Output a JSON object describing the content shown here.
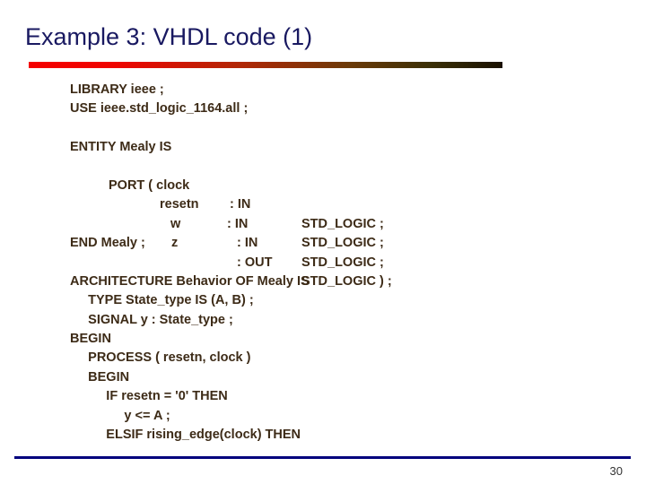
{
  "slide": {
    "title": "Example 3: VHDL code (1)",
    "title_color": "#191961",
    "accent_bar": {
      "from_color": "#f40000",
      "to_color": "#191000"
    },
    "footer_rule_color": "#00007d",
    "page_number": "30",
    "code_color": "#3d2b17",
    "background_color": "#ffffff"
  },
  "code": {
    "language": "VHDL",
    "lines": [
      "LIBRARY ieee ;",
      "USE ieee.std_logic_1164.all ;",
      "",
      "ENTITY Mealy IS",
      "",
      "",
      "",
      "",
      "END Mealy ;",
      "",
      "ARCHITECTURE Behavior OF Mealy IS",
      "     TYPE State_type IS (A, B) ;",
      "     SIGNAL y : State_type ;",
      "BEGIN",
      "     PROCESS ( resetn, clock )",
      "     BEGIN",
      "          IF resetn = '0' THEN",
      "               y <= A ;",
      "          ELSIF rising_edge(clock) THEN"
    ],
    "port_rows": [
      {
        "name": "PORT ( clock",
        "name_indent": 43,
        "dir": ": IN",
        "dir_indent": 178,
        "type": "STD_LOGIC ;"
      },
      {
        "name": "resetn",
        "name_indent": 100,
        "dir": ": IN",
        "dir_indent": 175,
        "type": "STD_LOGIC ;"
      },
      {
        "name": "w",
        "name_indent": 112,
        "dir": ": IN",
        "dir_indent": 186,
        "type": "STD_LOGIC ;"
      },
      {
        "name": "z",
        "name_indent": 113,
        "dir": ": OUT",
        "dir_indent": 186,
        "type": "STD_LOGIC ) ;"
      }
    ]
  }
}
